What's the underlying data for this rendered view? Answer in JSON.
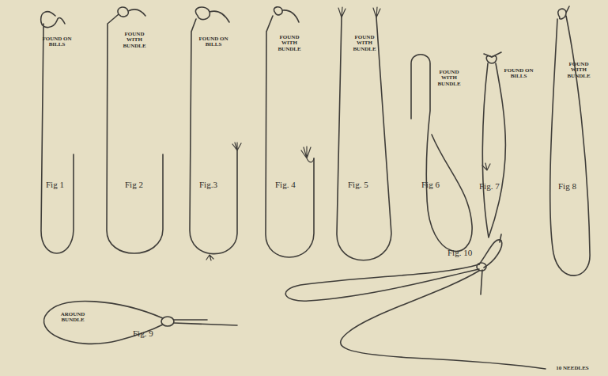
{
  "diagram": {
    "labels": [
      "FOUND ON BILLS",
      "Fig 1",
      "FOUND WITH BUNDLE",
      "Fig 2",
      "FOUND ON BILLS",
      "Fig.3",
      "FOUND WITH BUNDLE",
      "Fig. 4",
      "FOUND WITH BUNDLE",
      "Fig. 5",
      "FOUND WITH BUNDLE",
      "Fig 6",
      "FOUND ON BILLS",
      "Fig. 7",
      "FOUND WITH BUNDLE",
      "Fig 8",
      "AROUND BUNDLE",
      "Fig. 9",
      "Fig. 10",
      "10 NEEDLES"
    ]
  }
}
